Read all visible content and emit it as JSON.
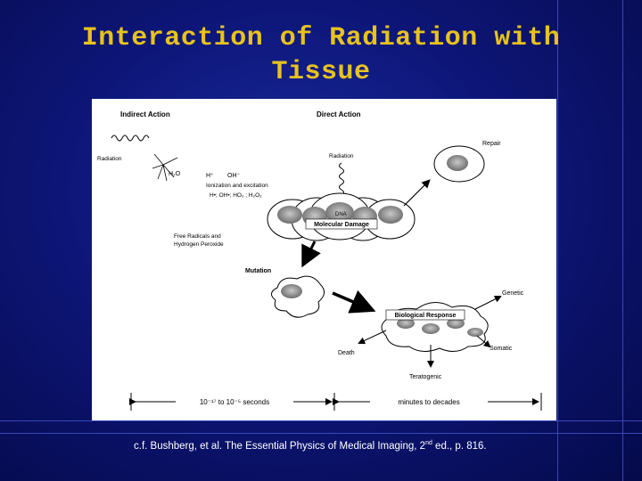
{
  "slide": {
    "title_line1": "Interaction of Radiation with",
    "title_line2": "Tissue"
  },
  "diagram": {
    "indirect_action": "Indirect Action",
    "direct_action": "Direct Action",
    "radiation_left": "Radiation",
    "radiation_top": "Radiation",
    "h2o": "H₂O",
    "h_plus": "H⁺",
    "oh_minus": "OH⁻",
    "ionization": "Ionization and excitation",
    "radicals_line": "H•; OH•; HO₂ ; H₂O₂",
    "free_radicals_1": "Free Radicals and",
    "free_radicals_2": "Hydrogen Peroxide",
    "dna": "DNA",
    "molecular_damage": "Molecular Damage",
    "repair": "Repair",
    "mutation": "Mutation",
    "biological_response": "Biological Response",
    "genetic": "Genetic",
    "somatic": "Somatic",
    "death": "Death",
    "teratogenic": "Teratogenic",
    "timescale_left": "10⁻¹⁷ to 10⁻⁵ seconds",
    "timescale_right": "minutes to decades"
  },
  "caption": {
    "text_before": "c.f. Bushberg, et al. The Essential Physics of Medical Imaging, 2",
    "sup": "nd",
    "text_after": " ed., p. 816."
  },
  "colors": {
    "title": "#e8c21e",
    "background": "#0d1678",
    "cell_gray": "#8f8f8f"
  }
}
